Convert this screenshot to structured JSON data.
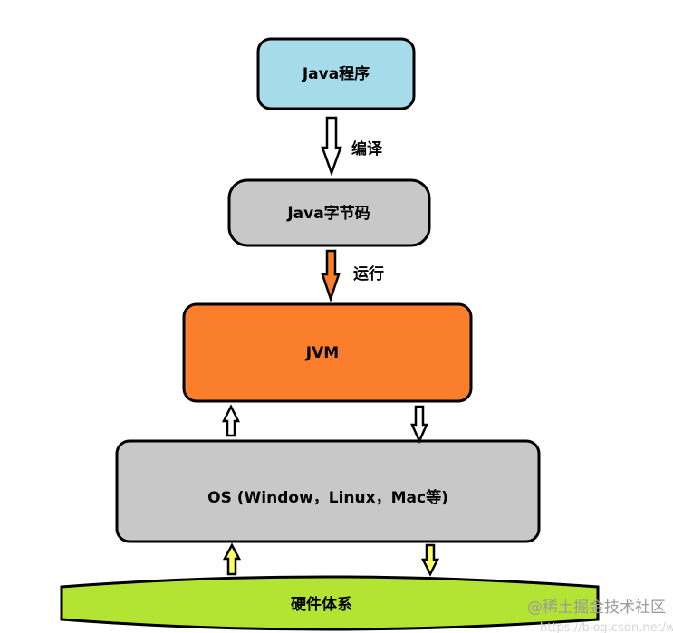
{
  "nodes": [
    {
      "id": "java-program",
      "label": "Java程序",
      "fill": "#a6dcea"
    },
    {
      "id": "java-bytecode",
      "label": "Java字节码",
      "fill": "#c8c8c8"
    },
    {
      "id": "jvm",
      "label": "JVM",
      "fill": "#fb7e2c"
    },
    {
      "id": "os",
      "label": "OS (Window，Linux，Mac等)",
      "fill": "#c8c8c8"
    },
    {
      "id": "hardware",
      "label": "硬件体系",
      "fill": "#b4e433"
    }
  ],
  "edges": [
    {
      "from": "java-program",
      "to": "java-bytecode",
      "label": "编译",
      "fill": "#ffffff"
    },
    {
      "from": "java-bytecode",
      "to": "jvm",
      "label": "运行",
      "fill": "#fb7e2c"
    },
    {
      "from": "os",
      "to": "jvm",
      "label": "",
      "fill": "#ffffff"
    },
    {
      "from": "jvm",
      "to": "os",
      "label": "",
      "fill": "#ffffff"
    },
    {
      "from": "hardware",
      "to": "os",
      "label": "",
      "fill": "#ffff66"
    },
    {
      "from": "os",
      "to": "hardware",
      "label": "",
      "fill": "#ffff66"
    }
  ],
  "watermark": {
    "text": "@稀土掘金技术社区",
    "url": "https://blog.csdn.net/weixin"
  }
}
